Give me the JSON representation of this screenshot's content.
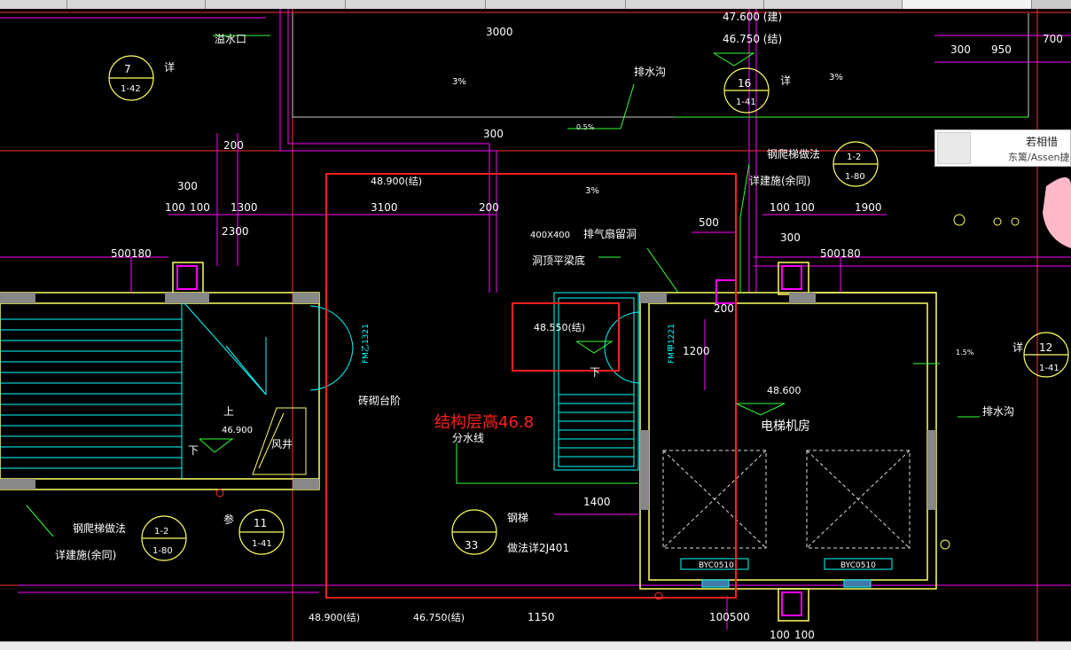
{
  "tabs": [
    "",
    "",
    "",
    "",
    "",
    "",
    ""
  ],
  "status_text": "",
  "popup": {
    "title": "若相惜",
    "subtitle": "东篱/Assen捷"
  },
  "annotation": {
    "label": "结构层高46.8",
    "color": "#ff2020"
  },
  "colors": {
    "background": "#000000",
    "wall": "#ffff66",
    "dimension": "#ff00ff",
    "stair": "#00ffff",
    "text": "#ffffff",
    "leader": "#33ff33",
    "grid": "#ff3333"
  },
  "drawing": {
    "top_elev_1": "47.600 (建)",
    "top_elev_2": "46.750 (结)",
    "overflow": "溢水口",
    "detail_7": "7",
    "detail_7_ref": "1-42",
    "detail_word": "详",
    "detail_16": "16",
    "detail_16_ref": "1-41",
    "drain": "排水沟",
    "pct_3": "3%",
    "pct_05": "0.5%",
    "pct_15": "1.5%",
    "dim_3000": "3000",
    "dim_300": "300",
    "dim_950": "950",
    "dim_700": "700",
    "dim_200": "200",
    "dim_100": "100",
    "dim_1300": "1300",
    "dim_2300": "2300",
    "dim_3100": "3100",
    "dim_500": "500",
    "dim_1900": "1900",
    "dim_500_180": "500180",
    "dim_1200": "1200",
    "dim_1400": "1400",
    "dim_1150": "1150",
    "dim_1005": "100500",
    "steel_ladder": "钢爬梯做法",
    "see_arch": "详建施(余同)",
    "ref_12_top": "1-2",
    "ref_12_bottom": "1-80",
    "elev_48900": "48.900(结)",
    "vent_size": "400X400",
    "vent_text": "排气扇留洞",
    "vent_text2": "洞顶平梁底",
    "elev_48550": "48.550(结)",
    "fm_a": "FM乙1321",
    "fm_b": "FM甲1221",
    "brick_step": "砖砌台阶",
    "up": "上",
    "down": "下",
    "elev_46900": "46.900",
    "shaft": "风井",
    "divider": "分水线",
    "elev_48600": "48.600",
    "elevator_room": "电梯机房",
    "stair_word": "钢梯",
    "stair_ref": "做法详2J401",
    "ref_33": "33",
    "ref_11": "11",
    "ref_11_ref": "1-41",
    "ref_12": "12",
    "ref_12_ref": "1-41",
    "see_word": "参",
    "byc": "BYC0510",
    "elev_46750": "46.750(结)"
  }
}
